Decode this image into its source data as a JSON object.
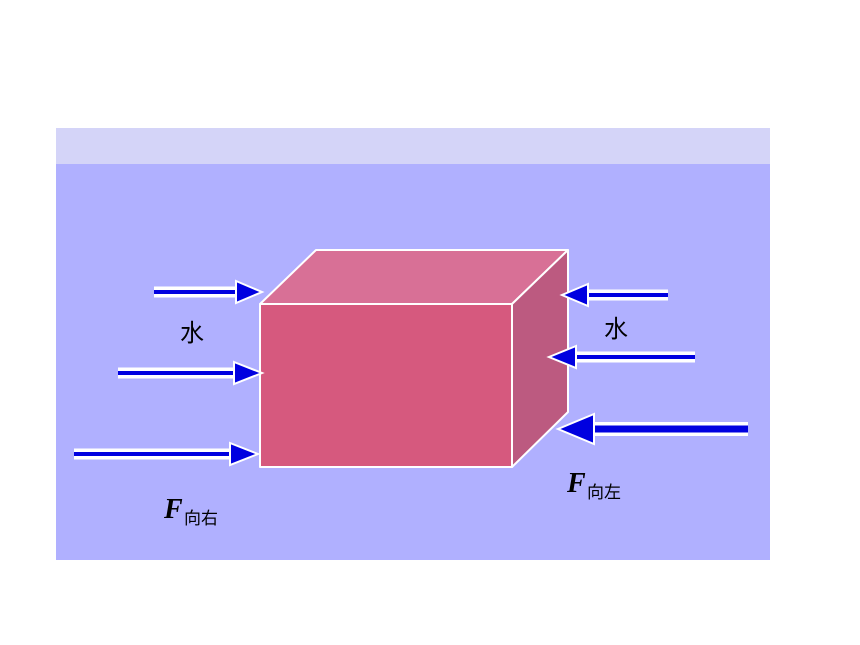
{
  "water_left": "水",
  "water_right": "水",
  "force_right": {
    "symbol": "F",
    "subscript": "向右"
  },
  "force_left": {
    "symbol": "F",
    "subscript": "向左"
  },
  "colors": {
    "water_top_band": "#d4d4f8",
    "water": "#b0b0ff",
    "cube_front": "#d6597e",
    "cube_top": "#d87096",
    "cube_side": "#bc5a80",
    "arrow": "#0000e0",
    "arrow_outline": "#ffffff"
  }
}
